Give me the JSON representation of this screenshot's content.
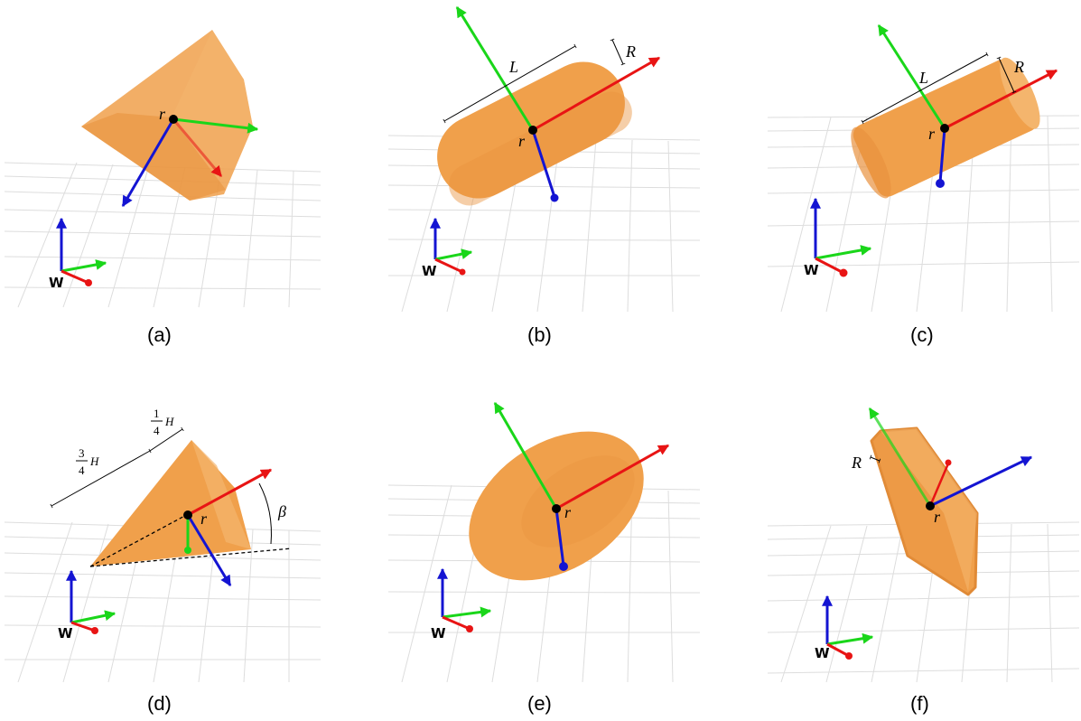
{
  "figure": {
    "panels": [
      {
        "caption": "(a)",
        "shape": "convex-polyhedron",
        "origin_label": "r",
        "world_label": "W"
      },
      {
        "caption": "(b)",
        "shape": "capsule",
        "origin_label": "r",
        "world_label": "W",
        "length_label": "L",
        "radius_label": "R"
      },
      {
        "caption": "(c)",
        "shape": "cylinder",
        "origin_label": "r",
        "world_label": "W",
        "length_label": "L",
        "radius_label": "R"
      },
      {
        "caption": "(d)",
        "shape": "cone",
        "origin_label": "r",
        "world_label": "W",
        "height_top_num": "1",
        "height_top_den": "4",
        "height_bottom_num": "3",
        "height_bottom_den": "4",
        "height_var": "H",
        "angle_label": "β"
      },
      {
        "caption": "(e)",
        "shape": "ellipsoid",
        "origin_label": "r",
        "world_label": "W"
      },
      {
        "caption": "(f)",
        "shape": "rounded-box",
        "origin_label": "r",
        "world_label": "W",
        "radius_label": "R"
      }
    ]
  },
  "colors": {
    "shape_fill": "#f0a04b",
    "shape_dark": "#e08a36",
    "x_axis": "#e81414",
    "y_axis": "#1ad61a",
    "z_axis": "#1414d2",
    "grid": "#d9d9d9"
  }
}
